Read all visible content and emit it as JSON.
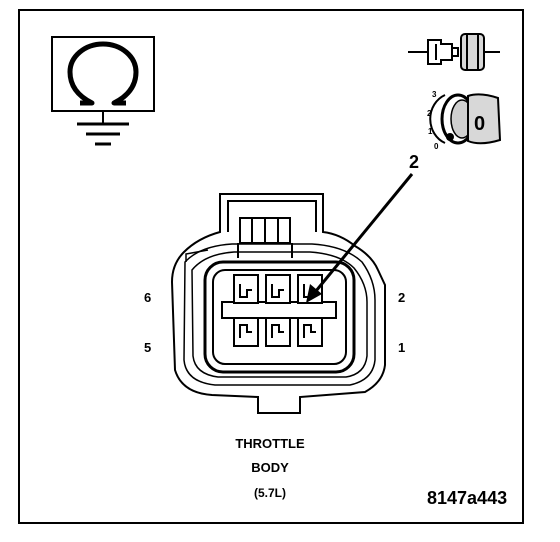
{
  "figure_id": "8147a443",
  "connector": {
    "title_line1": "THROTTLE",
    "title_line2": "BODY",
    "title_line3": "(5.7L)"
  },
  "pins": {
    "p1": "1",
    "p2": "2",
    "p5": "5",
    "p6": "6",
    "callout": "2"
  },
  "ignition_switch": {
    "pos0": "0",
    "pos1": "1",
    "pos2": "2",
    "pos3": "3",
    "key_label": "0"
  },
  "icons": {
    "meter": "ohmmeter-ground-icon",
    "disconnect": "connector-disconnect-icon",
    "ignition": "ignition-key-icon"
  }
}
